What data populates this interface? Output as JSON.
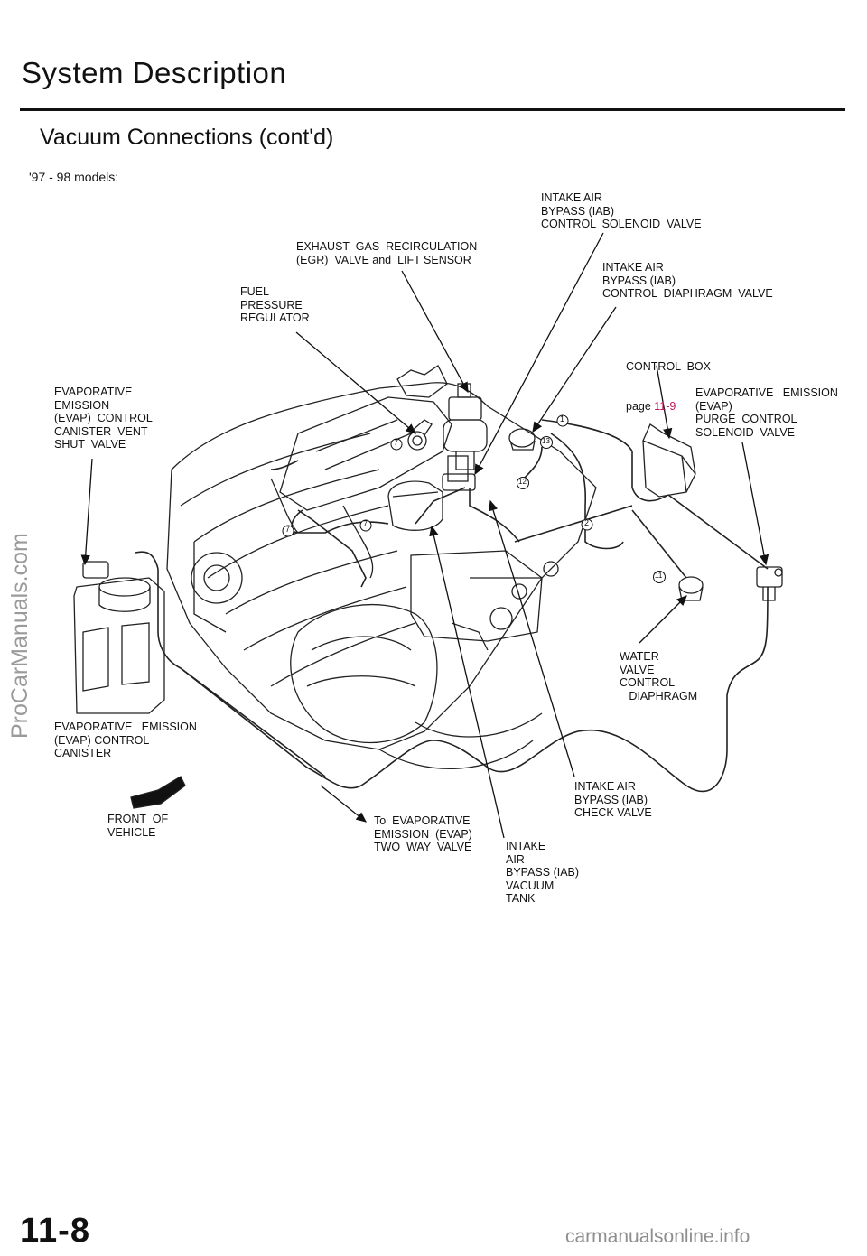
{
  "header": {
    "title": "System Description",
    "subtitle": "Vacuum Connections (cont'd)",
    "models": "'97 - 98 models:"
  },
  "labels": {
    "iab_solenoid": "INTAKE AIR\nBYPASS (IAB)\nCONTROL  SOLENOID  VALVE",
    "egr_valve": "EXHAUST  GAS  RECIRCULATION\n(EGR)  VALVE and  LIFT SENSOR",
    "iab_diaphragm": "INTAKE AIR\nBYPASS (IAB)\nCONTROL  DIAPHRAGM  VALVE",
    "fuel_pressure": "FUEL\nPRESSURE\nREGULATOR",
    "control_box": "CONTROL  BOX",
    "control_box_page_prefix": "page ",
    "control_box_page_link": "11-9",
    "evap_vent": "EVAPORATIVE\nEMISSION\n(EVAP)  CONTROL\nCANISTER  VENT\nSHUT  VALVE",
    "evap_purge": "EVAPORATIVE   EMISSION\n(EVAP)\nPURGE  CONTROL\nSOLENOID  VALVE",
    "water_valve": "WATER\nVALVE\nCONTROL\n   DIAPHRAGM",
    "evap_canister": "EVAPORATIVE   EMISSION\n(EVAP) CONTROL\nCANISTER",
    "front": "FRONT  OF\nVEHICLE",
    "two_way": "To  EVAPORATIVE\nEMISSION  (EVAP)\nTWO  WAY  VALVE",
    "iab_check": "INTAKE AIR\nBYPASS (IAB)\nCHECK VALVE",
    "iab_tank": "INTAKE\nAIR\nBYPASS (IAB)\nVACUUM\nTANK"
  },
  "callouts": [
    "7",
    "7",
    "7",
    "1",
    "13",
    "12",
    "2",
    "11"
  ],
  "footer": {
    "page_number": "11-8",
    "watermark_left": "ProCarManuals.com",
    "watermark_bottom": "carmanualsonline.info"
  },
  "colors": {
    "ink": "#111111",
    "link": "#c2185b",
    "watermark": "#9a9a9a"
  }
}
